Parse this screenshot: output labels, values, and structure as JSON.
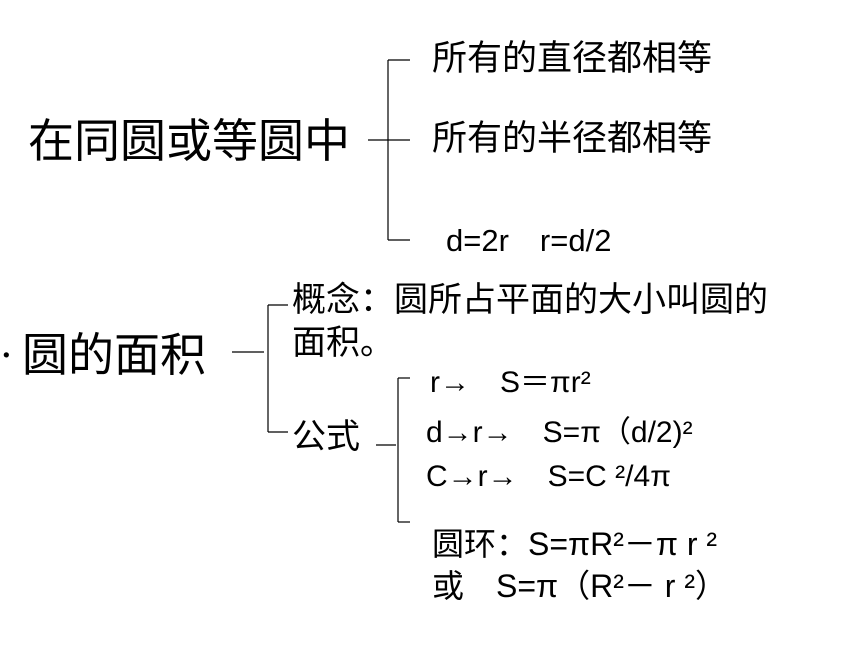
{
  "section1": {
    "heading": "在同圆或等圆中",
    "items": [
      "所有的直径都相等",
      "所有的半径都相等",
      "d=2r　r=d/2"
    ]
  },
  "section2": {
    "prefix_mark": "·",
    "heading": "圆的面积",
    "concept_line1": "概念：圆所占平面的大小叫圆的",
    "concept_line2": "面积。",
    "formula_label": "公式",
    "formulas": [
      "r→　S＝πr²",
      "d→r→　S=π（d/2)²",
      "C→r→　S=C ²/4π"
    ],
    "ring_line1": "圆环：S=πR²－π r ²",
    "ring_line2": "或　S=π（R²－ r ²）"
  }
}
